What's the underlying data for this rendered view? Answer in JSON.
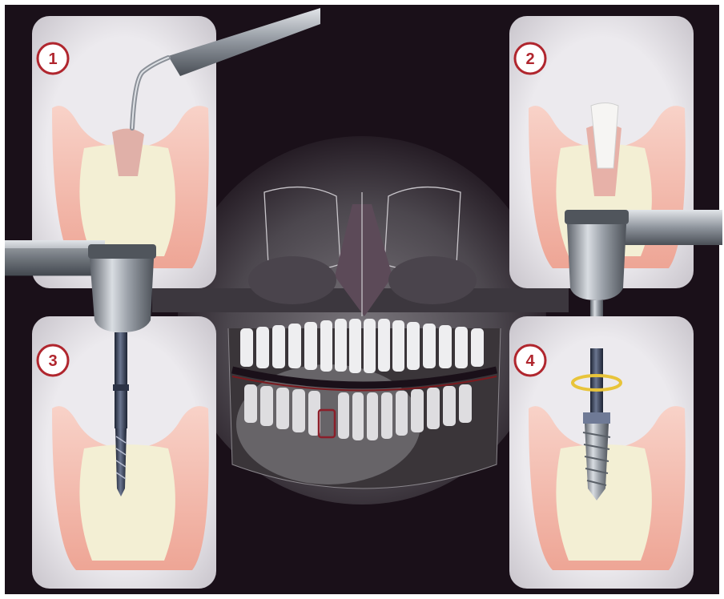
{
  "diagram": {
    "steps": [
      {
        "number": "1"
      },
      {
        "number": "2"
      },
      {
        "number": "3"
      },
      {
        "number": "4"
      }
    ],
    "colors": {
      "background": "#1a1019",
      "panel": "#e4e2e5",
      "gum": "#f2a89b",
      "gum_light": "#f9cfc4",
      "bone": "#f3efd4",
      "metal": "#9aa0a8",
      "number_red": "#b0262e",
      "xray_light": "#f0f0f2"
    },
    "icons": [
      "ultrasonic-scaler-icon",
      "dental-handpiece-icon",
      "drill-bit-icon",
      "implant-icon",
      "skull-xray-icon"
    ]
  }
}
